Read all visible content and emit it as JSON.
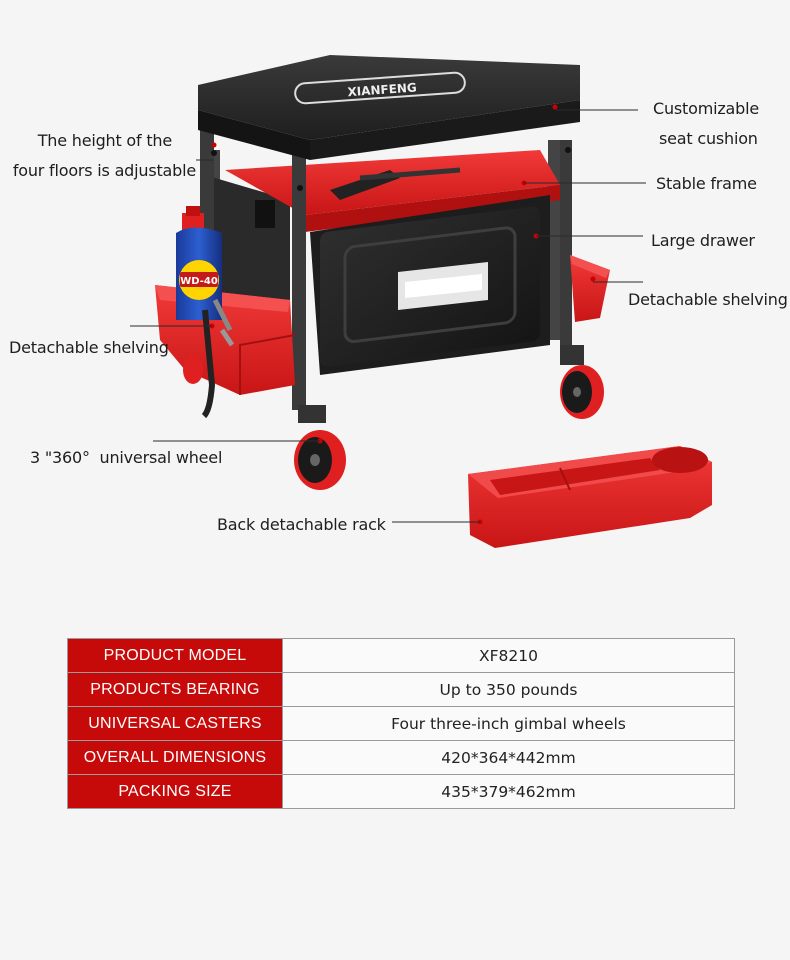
{
  "brand": {
    "logo_text": "XIANFENG"
  },
  "callouts": {
    "height_adjust_line1": "The height of the",
    "height_adjust_line2": "four floors is adjustable",
    "seat_line1": "Customizable",
    "seat_line2": "seat cushion",
    "stable_frame": "Stable frame",
    "large_drawer": "Large drawer",
    "shelving_right": "Detachable shelving",
    "shelving_left": "Detachable shelving",
    "wheel": "3 \"360°  universal wheel",
    "back_rack": "Back detachable rack"
  },
  "can_label": "WD-40",
  "colors": {
    "accent_red": "#c60a0a",
    "product_red": "#e02020",
    "frame_black": "#2b2b2b"
  },
  "specs": [
    {
      "key": "PRODUCT MODEL",
      "value": "XF8210"
    },
    {
      "key": "PRODUCTS BEARING",
      "value": "Up to 350 pounds"
    },
    {
      "key": "UNIVERSAL CASTERS",
      "value": "Four three-inch gimbal wheels"
    },
    {
      "key": "OVERALL DIMENSIONS",
      "value": "420*364*442mm"
    },
    {
      "key": "PACKING SIZE",
      "value": "435*379*462mm"
    }
  ]
}
